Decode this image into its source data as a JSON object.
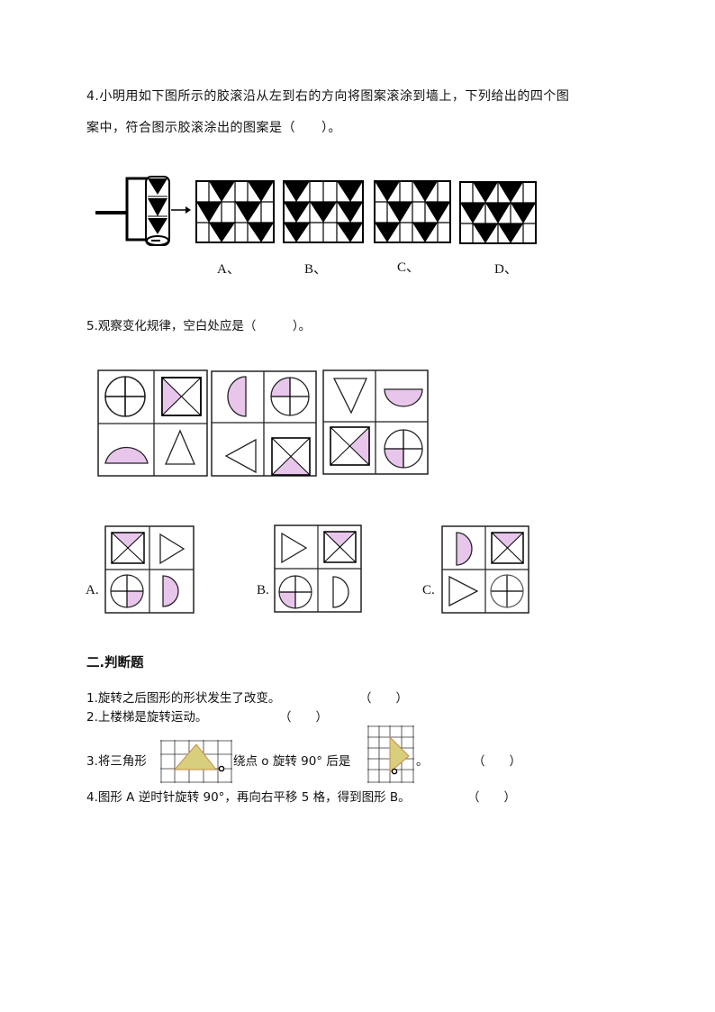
{
  "q4": {
    "line1": "4.小明用如下图所示的胶滚沿从左到右的方向将图案滚涂到墙上，下列给出的四个图",
    "line2": "案中，符合图示胶滚涂出的图案是（　　）。",
    "options": [
      {
        "label": "A、",
        "top_row": "p1",
        "mid_row": "p2",
        "bottom_row": "p1"
      },
      {
        "label": "B、",
        "top_row": "p2",
        "mid_row": "p1",
        "bottom_row": "p2"
      },
      {
        "label": "C、",
        "top_row": "p2",
        "mid_row": "p1",
        "bottom_row": "p2"
      },
      {
        "label": "D、",
        "top_row": "p1",
        "mid_row": "p2",
        "bottom_row": "p1"
      }
    ]
  },
  "q5": {
    "text": "5.观察变化规律，空白处应是（　　　）。",
    "options": [
      {
        "label": "A."
      },
      {
        "label": "B."
      },
      {
        "label": "C."
      }
    ],
    "shade_color": "#e8c6ec"
  },
  "section2": {
    "heading": "二.判断题",
    "items": [
      {
        "text": "1.旋转之后图形的形状发生了改变。",
        "paren": "（　　）"
      },
      {
        "text": "2.上楼梯是旋转运动。",
        "paren": "（　　）"
      },
      {
        "text_before": "3.将三角形",
        "text_middle": "绕点 o 旋转 90° 后是",
        "text_after": "。",
        "paren": "（　　）"
      },
      {
        "text": "4.图形 A 逆时针旋转 90°，再向右平移 5 格，得到图形 B。",
        "paren": "（　　）"
      }
    ],
    "triangle_color": "#d8cf7c",
    "triangle_stroke": "#c98a4a"
  }
}
